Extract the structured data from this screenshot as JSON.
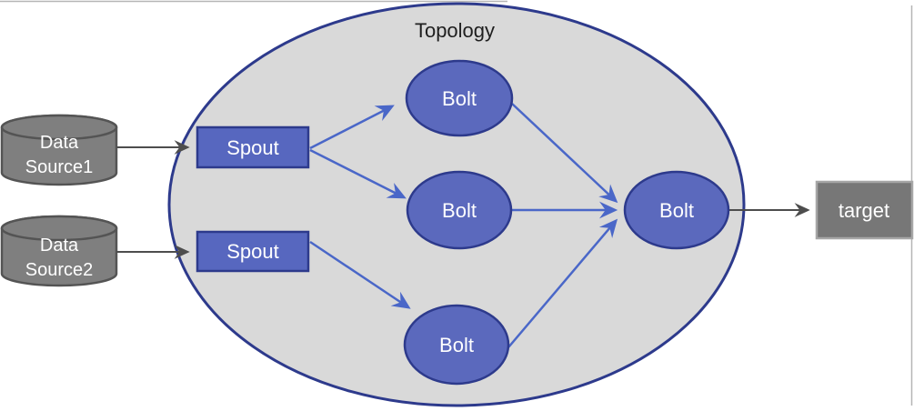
{
  "diagram": {
    "title": "Topology",
    "nodes": {
      "data_source_1": {
        "type": "cylinder",
        "label_lines": [
          "Data",
          "Source1"
        ]
      },
      "data_source_2": {
        "type": "cylinder",
        "label_lines": [
          "Data",
          "Source2"
        ]
      },
      "spout_1": {
        "type": "rectangle",
        "label": "Spout"
      },
      "spout_2": {
        "type": "rectangle",
        "label": "Spout"
      },
      "bolt_top": {
        "type": "ellipse",
        "label": "Bolt"
      },
      "bolt_middle": {
        "type": "ellipse",
        "label": "Bolt"
      },
      "bolt_bottom": {
        "type": "ellipse",
        "label": "Bolt"
      },
      "bolt_right": {
        "type": "ellipse",
        "label": "Bolt"
      },
      "target": {
        "type": "rectangle",
        "label": "target"
      }
    },
    "edges": [
      {
        "from": "data_source_1",
        "to": "spout_1",
        "color": "gray"
      },
      {
        "from": "data_source_2",
        "to": "spout_2",
        "color": "gray"
      },
      {
        "from": "spout_1",
        "to": "bolt_top",
        "color": "blue"
      },
      {
        "from": "spout_1",
        "to": "bolt_middle",
        "color": "blue"
      },
      {
        "from": "spout_2",
        "to": "bolt_bottom",
        "color": "blue"
      },
      {
        "from": "bolt_top",
        "to": "bolt_right",
        "color": "blue"
      },
      {
        "from": "bolt_middle",
        "to": "bolt_right",
        "color": "blue"
      },
      {
        "from": "bolt_bottom",
        "to": "bolt_right",
        "color": "blue"
      },
      {
        "from": "bolt_right",
        "to": "target",
        "color": "gray"
      }
    ],
    "colors": {
      "topology_fill": "#d9d9d9",
      "topology_stroke": "#2d3a8c",
      "node_blue_fill": "#5b69bd",
      "spout_fill": "#5767bf",
      "node_blue_stroke": "#2d3a8c",
      "blue_arrow": "#4a67c8",
      "gray_arrow": "#4d4d4d",
      "cylinder_fill": "#7f7f7f",
      "cylinder_stroke": "#545454",
      "target_fill": "#777777",
      "target_stroke": "#a6a6a6",
      "label_dark": "#1f1f1f",
      "label_light": "#ffffff",
      "frame_line": "#b5b5b5"
    }
  }
}
